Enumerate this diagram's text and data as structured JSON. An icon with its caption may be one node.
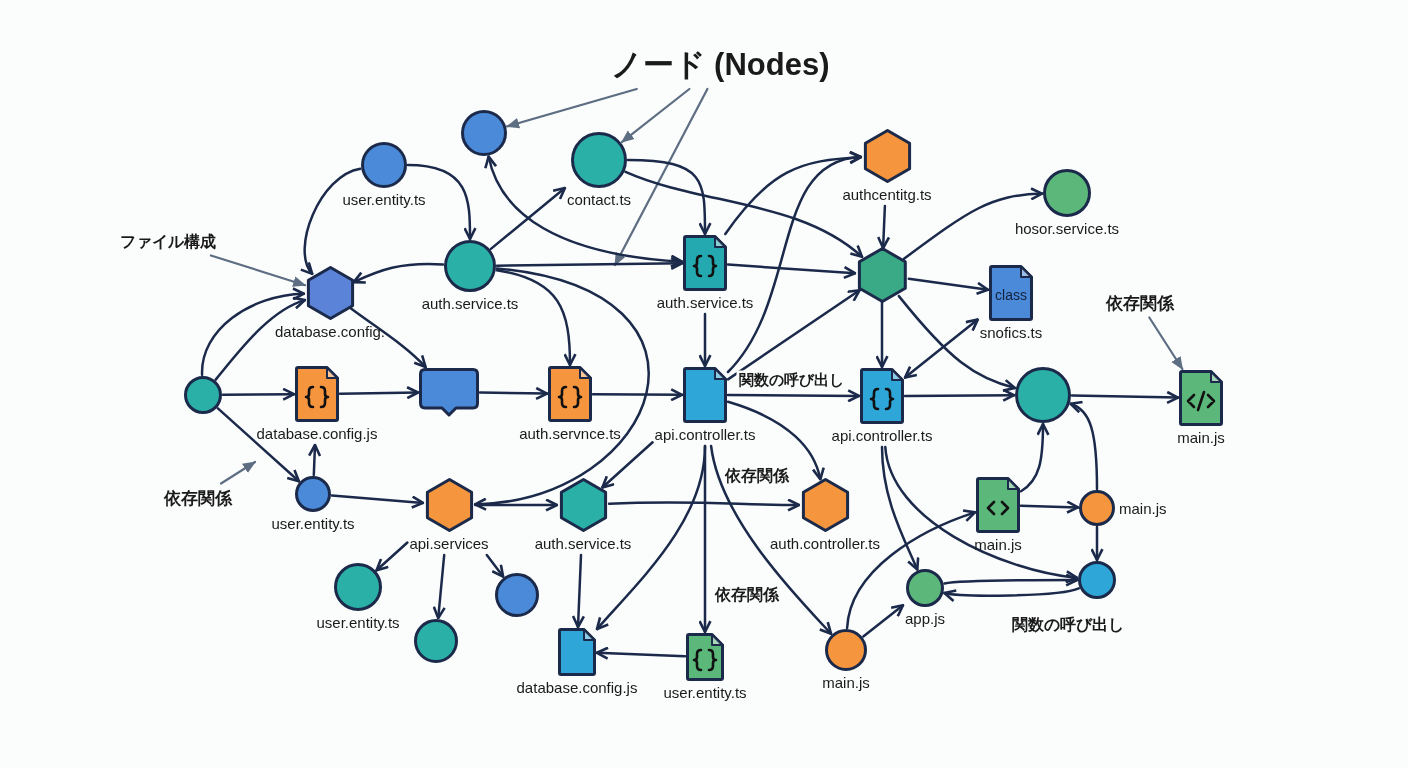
{
  "diagram": {
    "nodes": [
      {
        "text": [
          "ノード (Nodes)"
        ]
      },
      {
        "text": [],
        "shape": "circle"
      },
      {
        "text": [
          "user.entity.ts"
        ]
      },
      {
        "text": [
          "contact.ts"
        ]
      },
      {
        "text": [
          "authcentitg.ts"
        ]
      },
      {
        "text": [
          "hosor.service.ts"
        ]
      },
      {
        "text": [
          "ファイル構成"
        ]
      },
      {
        "text": [
          "auth.service.ts"
        ]
      },
      {
        "text": [
          "auth.service.ts"
        ]
      },
      {
        "text": [],
        "shape": "hexagon"
      },
      {
        "text": [
          "class",
          "snofics.ts"
        ]
      },
      {
        "text": [
          "database.config."
        ]
      },
      {
        "text": [
          "依存関係"
        ]
      },
      {
        "text": [],
        "shape": "circle"
      },
      {
        "text": [
          "database.config.js"
        ]
      },
      {
        "text": [],
        "shape": "bubble"
      },
      {
        "text": [
          "auth.servnce.ts"
        ]
      },
      {
        "text": [
          "api.controller.ts"
        ]
      },
      {
        "text": [
          "api.controller.ts"
        ]
      },
      {
        "text": [],
        "shape": "circle"
      },
      {
        "text": [
          "main.js"
        ]
      },
      {
        "text": [
          "依存関係"
        ]
      },
      {
        "text": [
          "user.entity.ts"
        ]
      },
      {
        "text": [
          "api.services"
        ]
      },
      {
        "text": [
          "auth.service.ts"
        ]
      },
      {
        "text": [
          "auth.controller.ts"
        ]
      },
      {
        "text": [
          "main.js"
        ]
      },
      {
        "text": [
          "main.js"
        ]
      },
      {
        "text": [
          "user.entity.ts"
        ]
      },
      {
        "text": [],
        "shape": "circle"
      },
      {
        "text": [],
        "shape": "circle"
      },
      {
        "text": [
          "app.js"
        ]
      },
      {
        "text": [],
        "shape": "circle"
      },
      {
        "text": [
          "database.config.js"
        ]
      },
      {
        "text": [
          "user.entity.ts"
        ]
      },
      {
        "text": [
          "main.js"
        ]
      }
    ],
    "edges": [
      {
        "from": 0,
        "to": 1,
        "arrow": "to",
        "color": "#5d6d82"
      },
      {
        "from": 0,
        "to": 3,
        "arrow": "to",
        "color": "#5d6d82"
      },
      {
        "from": 0,
        "to": null,
        "arrow": "to",
        "color": "#5d6d82"
      },
      {
        "from": 6,
        "to": 11,
        "arrow": "to",
        "color": "#5d6d82"
      },
      {
        "from": 21,
        "to": null,
        "arrow": "to",
        "color": "#5d6d82"
      },
      {
        "from": 12,
        "to": 20,
        "arrow": "to",
        "color": "#5d6d82"
      },
      {
        "from": 2,
        "to": 11,
        "arrow": "to"
      },
      {
        "from": 2,
        "to": 7,
        "arrow": "to"
      },
      {
        "from": 7,
        "to": 3,
        "arrow": "to"
      },
      {
        "from": 7,
        "to": 11,
        "arrow": "to"
      },
      {
        "from": 7,
        "to": 8,
        "arrow": "to"
      },
      {
        "from": 7,
        "to": 16,
        "arrow": "to"
      },
      {
        "from": 7,
        "to": 23,
        "arrow": "to"
      },
      {
        "from": 1,
        "to": 8,
        "arrow": "both"
      },
      {
        "from": 3,
        "to": 8,
        "arrow": "to"
      },
      {
        "from": 3,
        "to": 9,
        "arrow": "to"
      },
      {
        "from": 8,
        "to": 4,
        "arrow": "to"
      },
      {
        "from": 8,
        "to": 9,
        "arrow": "to"
      },
      {
        "from": 8,
        "to": 17,
        "arrow": "to"
      },
      {
        "from": 17,
        "to": 4,
        "arrow": "to"
      },
      {
        "from": 17,
        "to": 9,
        "arrow": "to"
      },
      {
        "from": 17,
        "to": 18,
        "arrow": "to",
        "label": "関数の呼び出し"
      },
      {
        "from": 4,
        "to": 9,
        "arrow": "to"
      },
      {
        "from": 9,
        "to": 5,
        "arrow": "to"
      },
      {
        "from": 9,
        "to": 10,
        "arrow": "to"
      },
      {
        "from": 9,
        "to": 18,
        "arrow": "to"
      },
      {
        "from": 9,
        "to": 19,
        "arrow": "to"
      },
      {
        "from": 10,
        "to": 18,
        "arrow": "both"
      },
      {
        "from": 18,
        "to": 19,
        "arrow": "to"
      },
      {
        "from": 19,
        "to": 20,
        "arrow": "to"
      },
      {
        "from": 11,
        "to": 15,
        "arrow": "to"
      },
      {
        "from": 13,
        "to": 11,
        "arrow": "to"
      },
      {
        "from": 13,
        "to": 11,
        "arrow": "to"
      },
      {
        "from": 13,
        "to": 14,
        "arrow": "to"
      },
      {
        "from": 13,
        "to": 22,
        "arrow": "to"
      },
      {
        "from": 14,
        "to": 15,
        "arrow": "to"
      },
      {
        "from": 15,
        "to": 16,
        "arrow": "to"
      },
      {
        "from": 16,
        "to": 17,
        "arrow": "to"
      },
      {
        "from": 22,
        "to": 14,
        "arrow": "to"
      },
      {
        "from": 22,
        "to": 23,
        "arrow": "to"
      },
      {
        "from": 23,
        "to": 24,
        "arrow": "to"
      },
      {
        "from": 23,
        "to": 28,
        "arrow": "to"
      },
      {
        "from": 23,
        "to": 29,
        "arrow": "to"
      },
      {
        "from": 23,
        "to": 30,
        "arrow": "to"
      },
      {
        "from": 17,
        "to": 24,
        "arrow": "to"
      },
      {
        "from": 24,
        "to": 25,
        "arrow": "to"
      },
      {
        "from": 17,
        "to": 25,
        "arrow": "to"
      },
      {
        "from": 17,
        "to": 33,
        "arrow": "to"
      },
      {
        "from": 17,
        "to": 34,
        "arrow": "to"
      },
      {
        "from": 17,
        "to": 35,
        "arrow": "to"
      },
      {
        "from": 24,
        "to": 33,
        "arrow": "to"
      },
      {
        "from": 34,
        "to": 33,
        "arrow": "to"
      },
      {
        "from": 35,
        "to": 26,
        "arrow": "to"
      },
      {
        "from": 35,
        "to": 31,
        "arrow": "to"
      },
      {
        "from": 18,
        "to": 31,
        "arrow": "to"
      },
      {
        "from": 18,
        "to": 32,
        "arrow": "to"
      },
      {
        "from": 26,
        "to": 27,
        "arrow": "to"
      },
      {
        "from": 26,
        "to": 19,
        "arrow": "to"
      },
      {
        "from": 27,
        "to": 32,
        "arrow": "to"
      },
      {
        "from": 27,
        "to": 19,
        "arrow": "to"
      },
      {
        "from": 31,
        "to": 32,
        "arrow": "to"
      },
      {
        "from": 32,
        "to": 31,
        "arrow": "to"
      }
    ],
    "labels": [
      "依存関係",
      "依存関係",
      "関数の呼び出し"
    ]
  }
}
